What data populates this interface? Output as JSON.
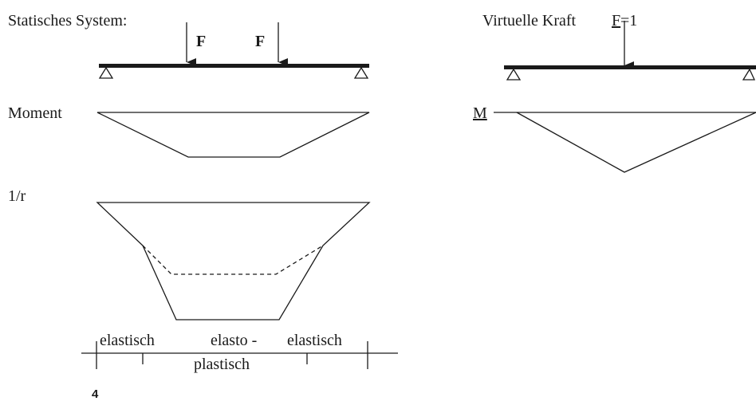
{
  "labels": {
    "static_system": "Statisches System:",
    "virtual_force": "Virtuelle Kraft",
    "virtual_force_symbol": "F",
    "virtual_force_value": "=1",
    "force": "F",
    "moment": "Moment",
    "curvature": "1/r",
    "virtual_moment": "M",
    "zone_elastic": "elastisch",
    "zone_elasto": "elasto -",
    "zone_plastic": "plastisch",
    "figure_number": "4"
  }
}
